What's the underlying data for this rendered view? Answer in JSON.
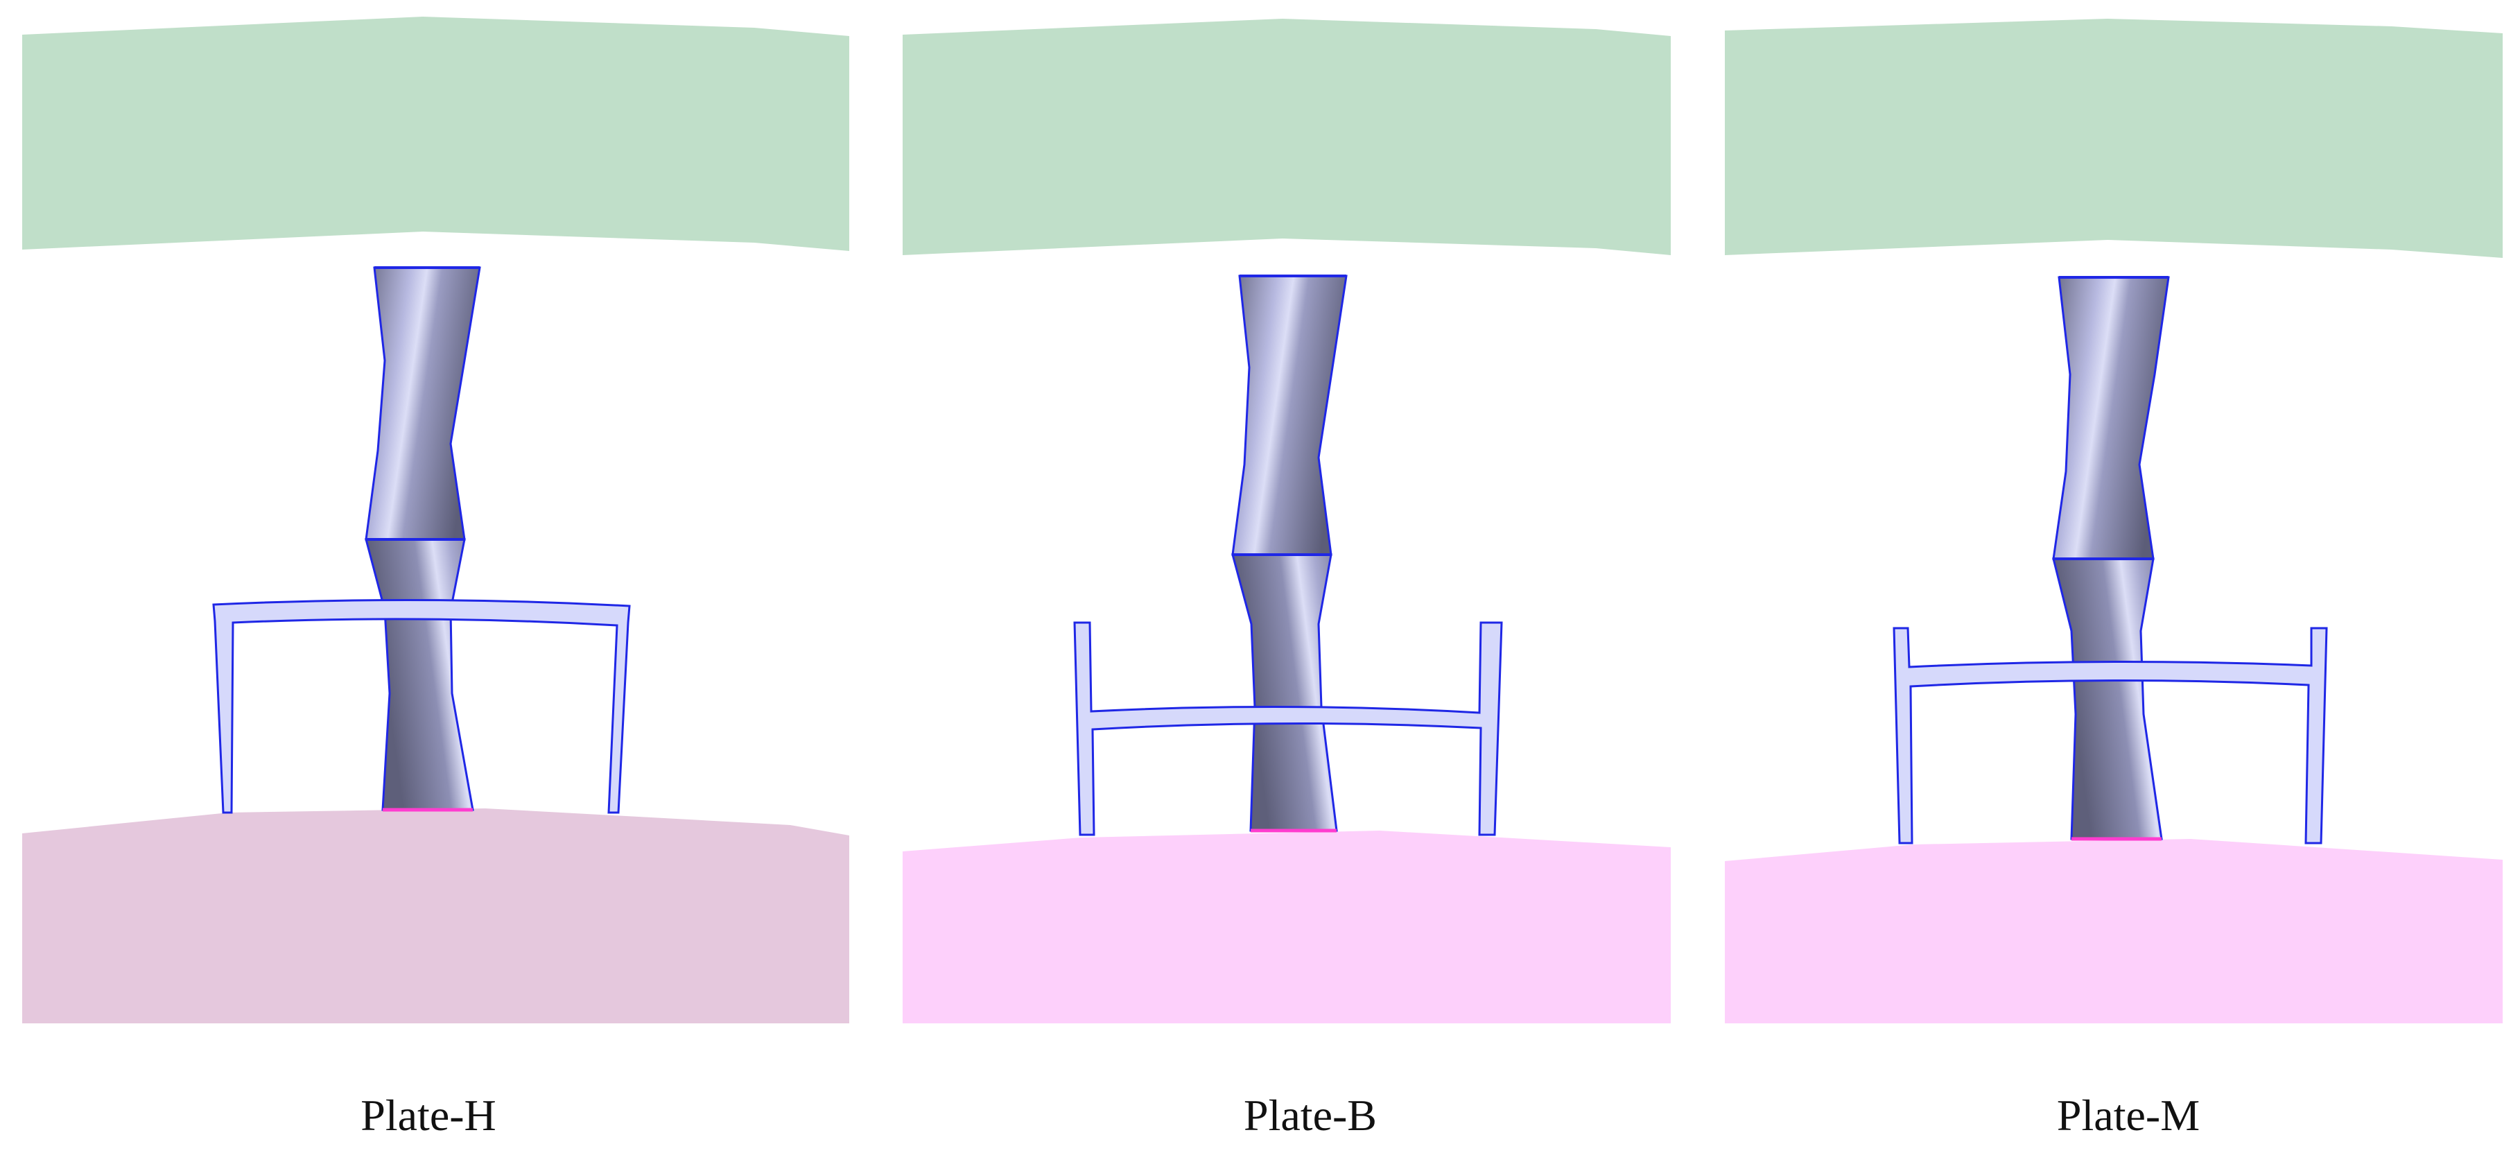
{
  "colors": {
    "top_band": "#c0dfc9",
    "bottom_band_muted": "#e5c8dd",
    "bottom_band_bright": "#fdd0fb",
    "column_light": "#d4d6f2",
    "column_dark": "#6a6b86",
    "plate_fill": "#d6d9fb",
    "outline": "#1f27e6",
    "contact_line": "#ff3ccf"
  },
  "panels": [
    {
      "id": "H",
      "caption": "Plate-H"
    },
    {
      "id": "B",
      "caption": "Plate-B"
    },
    {
      "id": "M",
      "caption": "Plate-M"
    }
  ]
}
